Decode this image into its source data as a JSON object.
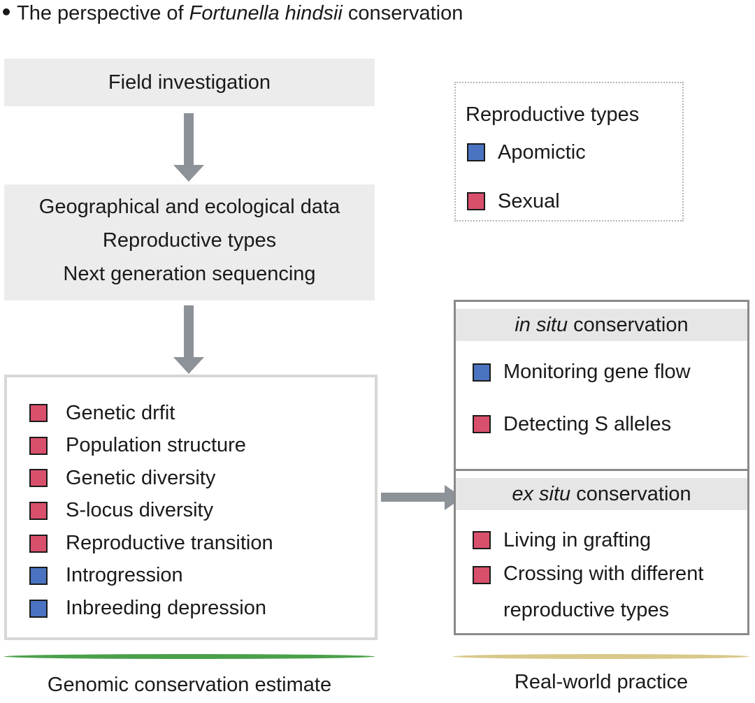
{
  "title": {
    "prefix": "The perspective of ",
    "species": "Fortunella hindsii",
    "suffix": " conservation"
  },
  "field_investigation": "Field investigation",
  "data_box": {
    "line1": "Geographical and ecological data",
    "line2": "Reproductive types",
    "line3": "Next generation sequencing"
  },
  "legend": {
    "title": "Reproductive types",
    "items": [
      {
        "label": "Apomictic",
        "color": "#4a74c2"
      },
      {
        "label": "Sexual",
        "color": "#d9506c"
      }
    ]
  },
  "estimate_items": [
    {
      "label": "Genetic drfit",
      "type": "sexual"
    },
    {
      "label": "Population structure",
      "type": "sexual"
    },
    {
      "label": "Genetic diversity",
      "type": "sexual"
    },
    {
      "label": "S-locus diversity",
      "type": "sexual"
    },
    {
      "label": "Reproductive transition",
      "type": "sexual"
    },
    {
      "label": "Introgression",
      "type": "apomictic"
    },
    {
      "label": "Inbreeding depression",
      "type": "apomictic"
    }
  ],
  "in_situ": {
    "header_italic": "in situ",
    "header_rest": " conservation",
    "items": [
      {
        "label": "Monitoring gene flow",
        "type": "apomictic"
      },
      {
        "label": "Detecting S alleles",
        "type": "sexual"
      }
    ]
  },
  "ex_situ": {
    "header_italic": "ex situ",
    "header_rest": " conservation",
    "items": [
      {
        "label": "Living in grafting",
        "type": "sexual"
      },
      {
        "label": "Crossing with different",
        "type": "sexual"
      }
    ],
    "continuation": "reproductive types"
  },
  "captions": {
    "left": "Genomic conservation estimate",
    "right": "Real-world practice"
  },
  "colors": {
    "sexual": "#d9506c",
    "apomictic": "#4a74c2",
    "arrow": "#8d9198",
    "left_underline": "#4aa04a",
    "right_underline": "#d8c88a"
  }
}
